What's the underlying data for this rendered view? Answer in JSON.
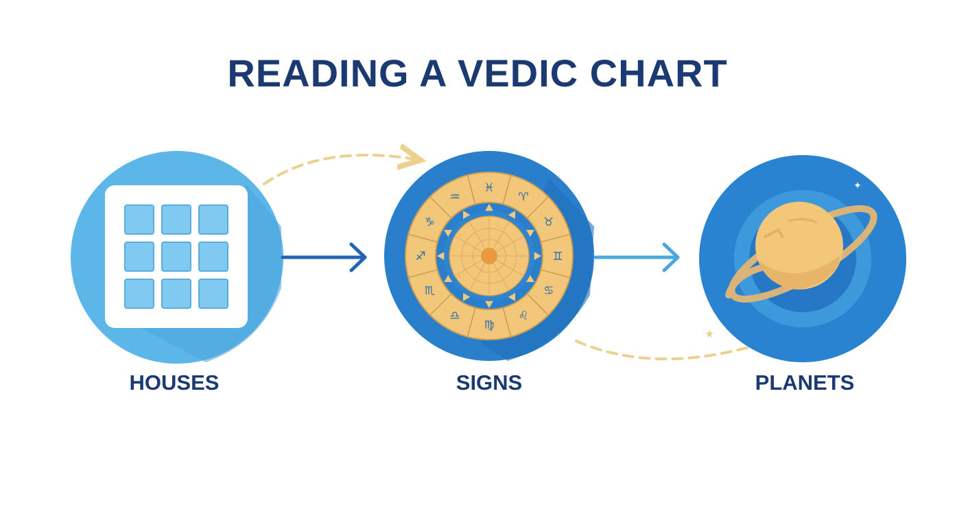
{
  "title": "READING A VEDIC CHART",
  "steps": [
    {
      "label": "HOUSES",
      "icon": "house-grid-icon"
    },
    {
      "label": "SIGNS",
      "icon": "zodiac-wheel-icon"
    },
    {
      "label": "PLANETS",
      "icon": "ringed-planet-icon"
    }
  ],
  "colors": {
    "title": "#1b3a72",
    "light_blue": "#5bb5e8",
    "mid_blue": "#2a7fcc",
    "gold": "#f2c77a",
    "dash": "#ecd08e"
  }
}
